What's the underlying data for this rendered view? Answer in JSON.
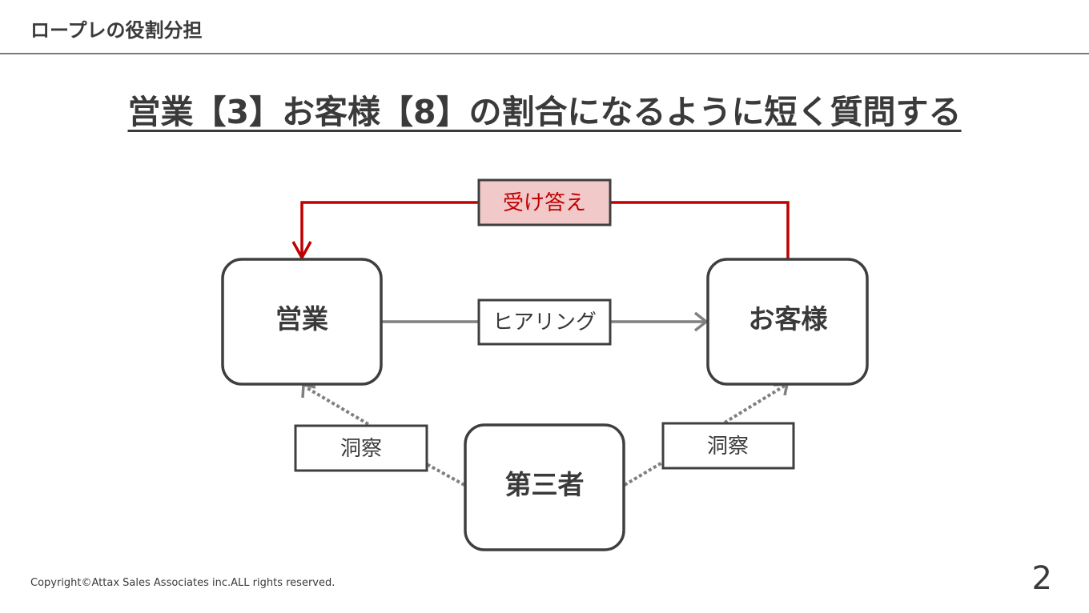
{
  "header": {
    "title": "ロープレの役割分担"
  },
  "main": {
    "title": "営業【3】お客様【8】の割合になるように短く質問する"
  },
  "diagram": {
    "nodes": [
      {
        "id": "sales",
        "label": "営業"
      },
      {
        "id": "customer",
        "label": "お客様"
      },
      {
        "id": "third_party",
        "label": "第三者"
      }
    ],
    "edges": [
      {
        "id": "answer",
        "from": "customer",
        "to": "sales",
        "label": "受け答え",
        "color": "#c00000"
      },
      {
        "id": "hearing",
        "from": "sales",
        "to": "customer",
        "label": "ヒアリング",
        "color": "#808080"
      },
      {
        "id": "observe_sales",
        "from": "third_party",
        "to": "sales",
        "label": "洞察",
        "color": "#808080",
        "style": "dotted"
      },
      {
        "id": "observe_customer",
        "from": "third_party",
        "to": "customer",
        "label": "洞察",
        "color": "#808080",
        "style": "dotted"
      }
    ],
    "colors": {
      "accent_red": "#c00000",
      "accent_red_fill": "#f2c9c9",
      "connector_gray": "#808080",
      "border_dark": "#3f3f3f"
    }
  },
  "footer": {
    "copyright": "Copyright©Attax Sales Associates inc.ALL rights reserved.",
    "page_number": "2"
  }
}
